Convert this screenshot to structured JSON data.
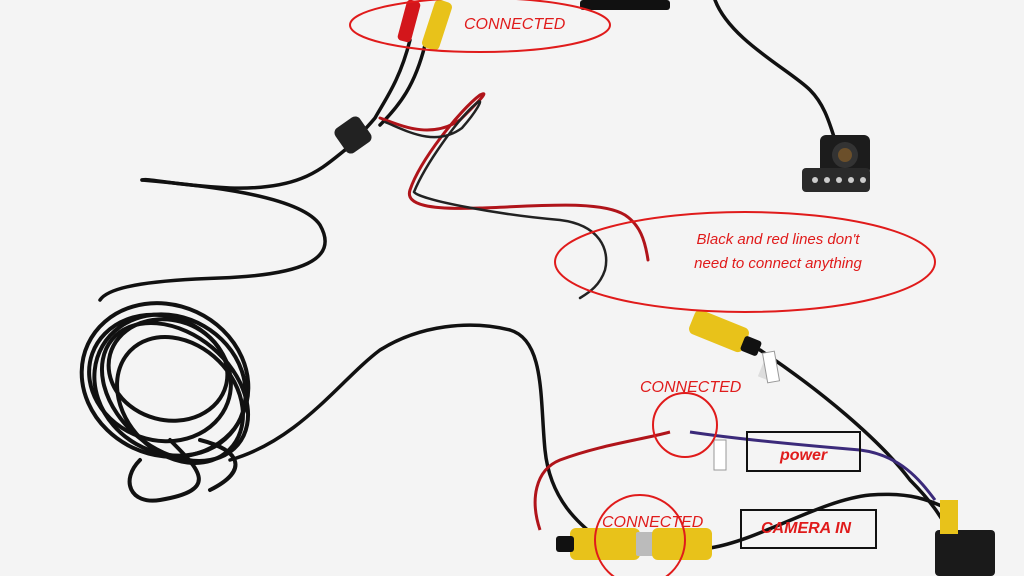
{
  "annotations": {
    "top_connected": "CONNECTED",
    "note_line1": "Black and red lines don't",
    "note_line2": "need to connect anything",
    "mid_connected": "CONNECTED",
    "power": "power",
    "bottom_connected": "CONNECTED",
    "camera_in": "CAMERA IN"
  },
  "colors": {
    "background": "#f4f4f4",
    "annotation_red": "#e01b1b",
    "cable_black": "#111111",
    "cable_red": "#b0141a",
    "rca_yellow": "#e8c21a",
    "wire_purple": "#3b2a7a"
  }
}
